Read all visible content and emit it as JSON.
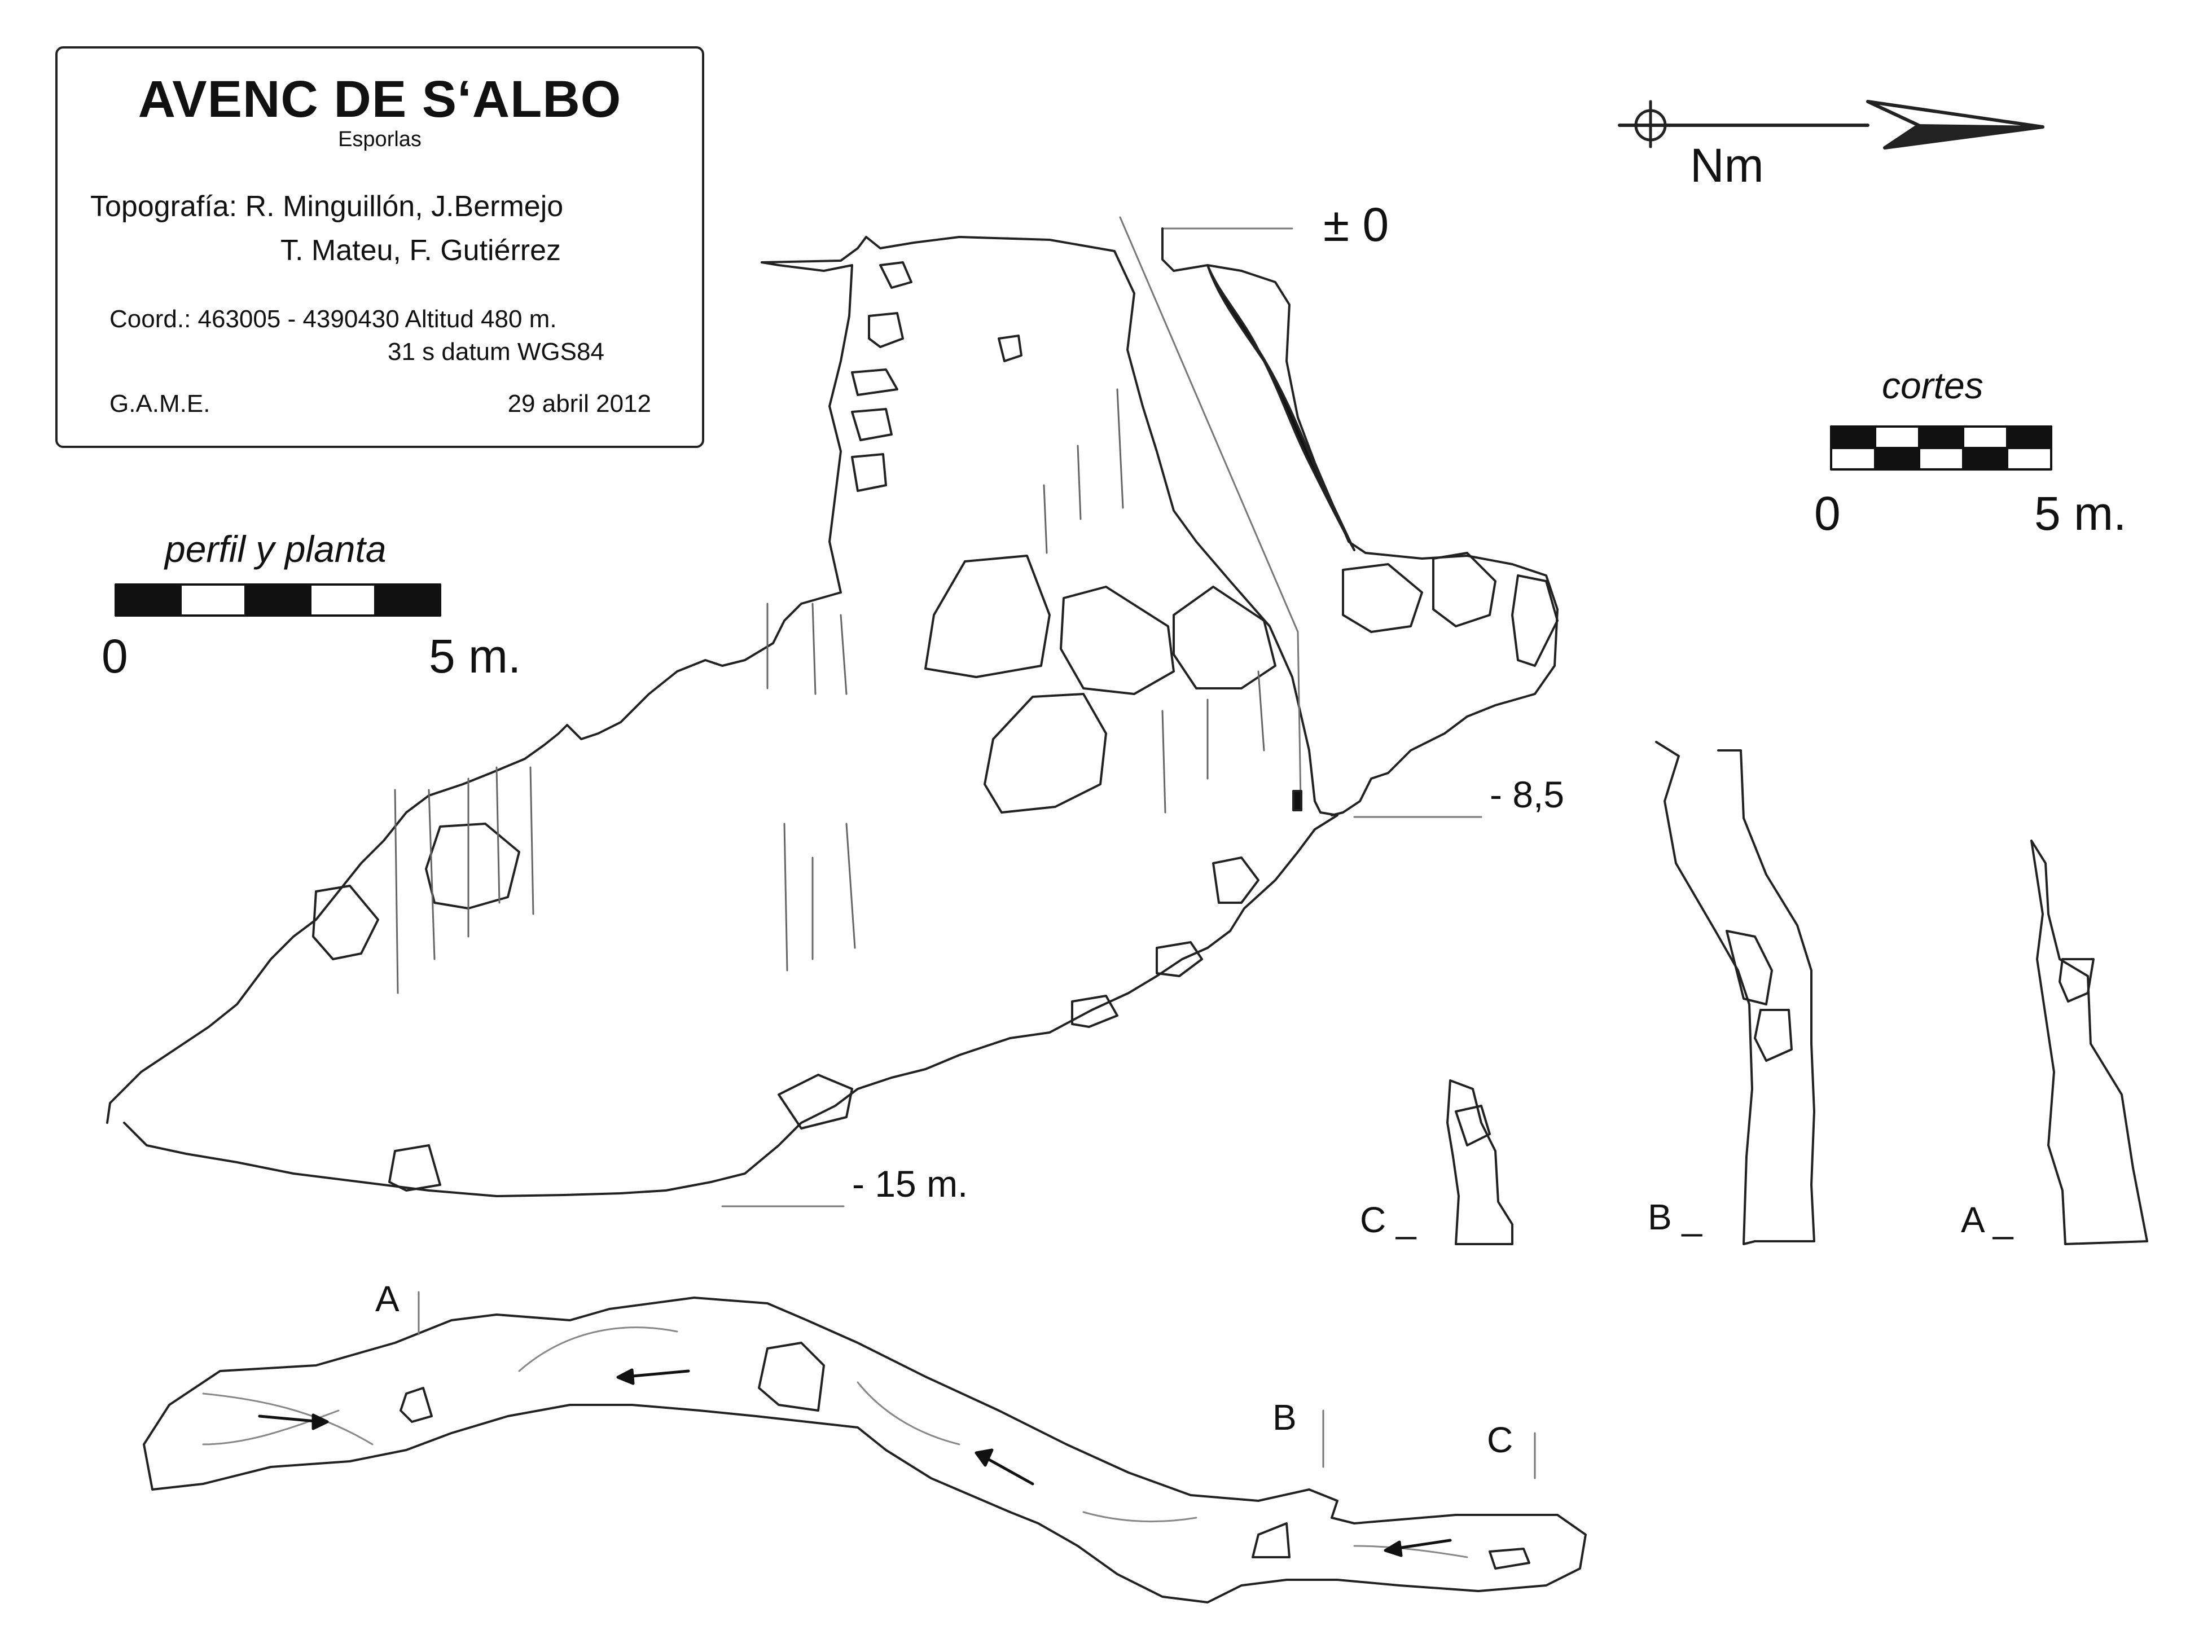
{
  "title_block": {
    "title": "AVENC  DE S‘ALBO",
    "subtitle": "Esporlas",
    "topography_line1": "Topografía:  R. Minguillón, J.Bermejo",
    "topography_line2": "T. Mateu, F. Gutiérrez",
    "coord_line1": "Coord.:  463005  -  4390430   Altitud 480 m.",
    "coord_line2": "31 s   datum  WGS84",
    "organization": "G.A.M.E.",
    "date": "29 abril 2012"
  },
  "north_arrow": {
    "label": "Nm"
  },
  "scale_profile_plan": {
    "caption": "perfil y planta",
    "start": "0",
    "end": "5 m.",
    "segments": 5
  },
  "scale_sections": {
    "caption": "cortes",
    "start": "0",
    "end": "5 m.",
    "segments": 5
  },
  "depths": {
    "surface": "± 0",
    "mid": "- 8,5",
    "bottom": "- 15 m."
  },
  "section_labels": {
    "c": "C _",
    "b": "B _",
    "a": "A _"
  },
  "plan_labels": {
    "a": "A",
    "b": "B",
    "c": "C"
  }
}
